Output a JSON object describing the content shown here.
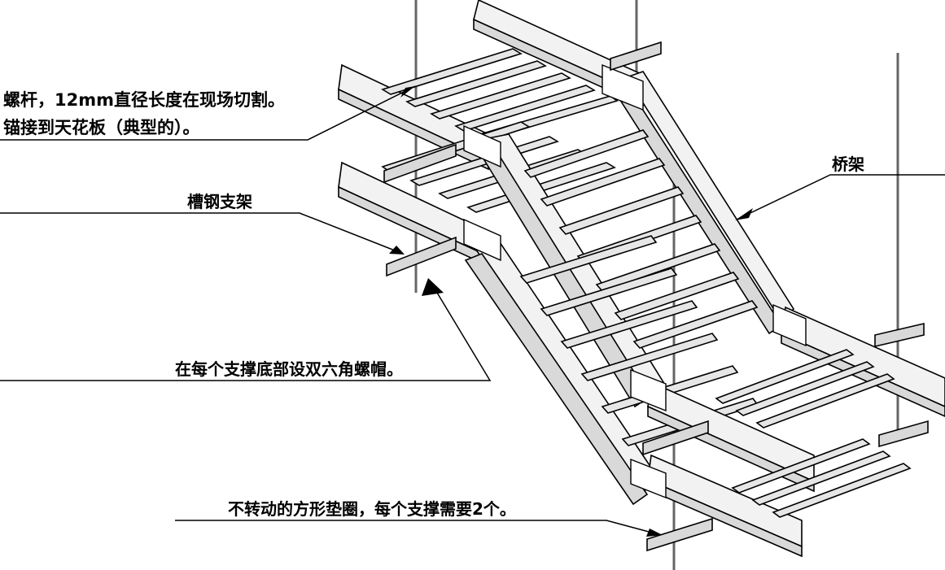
{
  "diagram": {
    "labels": {
      "rod": "螺杆，12mm直径长度在现场切割。锚接到天花板（典型的）。",
      "channel_support": "槽钢支架",
      "double_nut": "在每个支撑底部设双六角螺帽。",
      "cable_tray": "桥架",
      "washer": "不转动的方形垫圈，每个支撑需要2个。"
    },
    "colors": {
      "line": "#000000",
      "steel_light": "#f2f2f2",
      "steel_mid": "#d9d9d9",
      "steel_dark": "#a6a6a6",
      "rod": "#666666"
    }
  }
}
